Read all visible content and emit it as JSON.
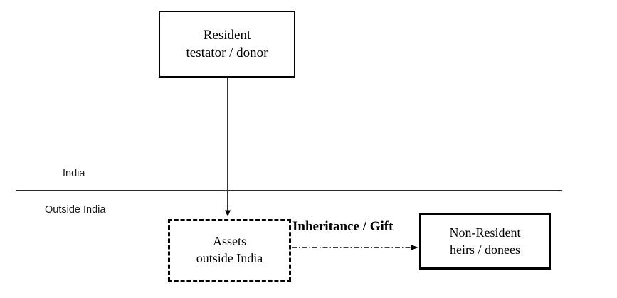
{
  "diagram": {
    "title_region_top": "India",
    "title_region_bottom": "Outside India",
    "nodes": {
      "resident": {
        "line1": "Resident",
        "line2": "testator / donor",
        "border": "solid",
        "border_color": "#000000"
      },
      "assets": {
        "line1": "Assets",
        "line2": "outside India",
        "border": "dashed",
        "border_color": "#000000"
      },
      "heirs": {
        "line1": "Non-Resident",
        "line2": "heirs / donees",
        "border": "solid-thick",
        "border_color": "#000000"
      }
    },
    "edges": {
      "vertical": {
        "label": "",
        "style": "solid",
        "direction": "down"
      },
      "horizontal": {
        "label": "Inheritance / Gift",
        "style": "dash-dot",
        "direction": "right"
      }
    },
    "divider": {
      "label_above": "India",
      "label_below": "Outside India",
      "color": "#2b2b2b"
    }
  }
}
